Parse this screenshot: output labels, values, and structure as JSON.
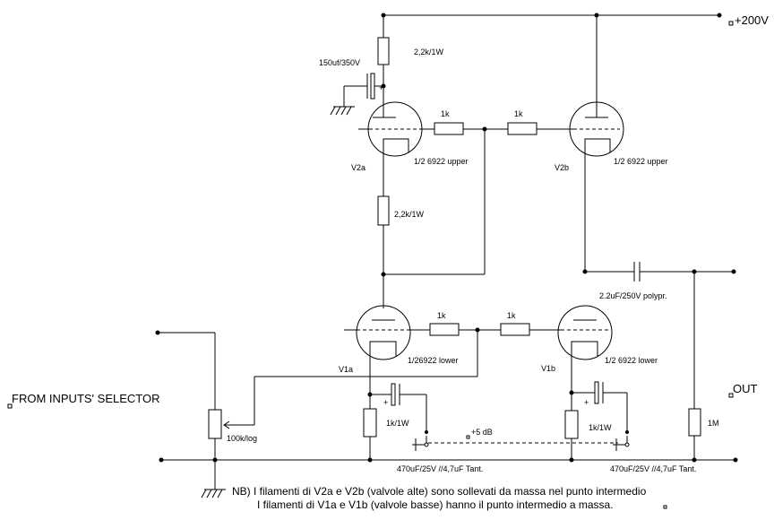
{
  "supply": {
    "label": "+200V"
  },
  "output": {
    "label": "OUT"
  },
  "input": {
    "label": "FROM INPUTS' SELECTOR"
  },
  "gain_switch": {
    "label": "+5 dB"
  },
  "tubes": {
    "v2a": {
      "name": "V2a",
      "type": "1/2 6922 upper"
    },
    "v2b": {
      "name": "V2b",
      "type": "1/2 6922 upper"
    },
    "v1a": {
      "name": "V1a",
      "type": "1/26922 lower"
    },
    "v1b": {
      "name": "V1b",
      "type": "1/2 6922 lower"
    }
  },
  "components": {
    "r_plate": "2,2k/1W",
    "r_mid": "2,2k/1W",
    "c_supply": "150uf/350V",
    "r_grid_v2a": "1k",
    "r_grid_v2b": "1k",
    "r_grid_v1a": "1k",
    "r_grid_v1b": "1k",
    "c_out": "2.2uF/250V polypr.",
    "pot": "100k/log",
    "r_cath_a": "1k/1W",
    "r_cath_b": "1k/1W",
    "c_cath_a": "470uF/25V //4,7uF Tant.",
    "c_cath_b": "470uF/25V //4,7uF Tant.",
    "r_load": "1M"
  },
  "notes": {
    "line1": "NB) I filamenti di V2a e V2b (valvole alte) sono sollevati da massa nel punto intermedio",
    "line2": "I filamenti di V1a e V1b (valvole basse) hanno il punto intermedio a massa."
  }
}
